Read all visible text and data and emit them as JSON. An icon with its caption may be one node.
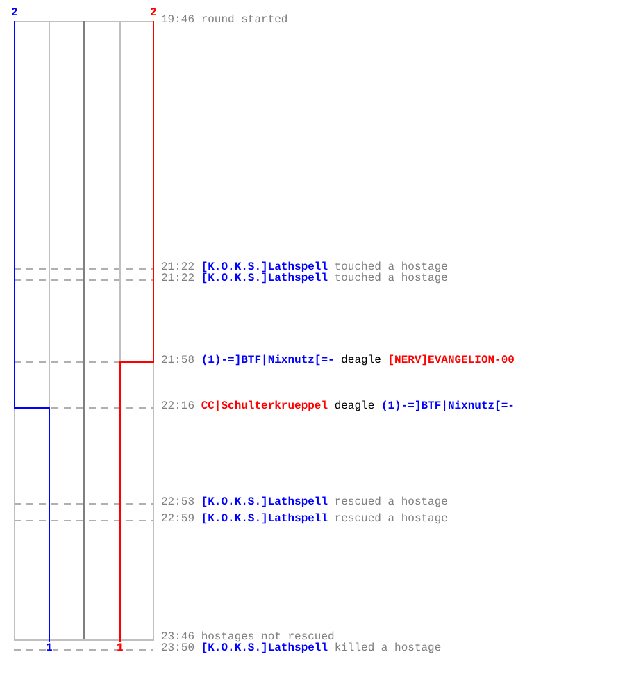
{
  "diagram": {
    "labels": [
      "2",
      "2",
      "19:46",
      "round started",
      "21:22",
      "[K.O.K.S.]Lathspell",
      "touched a hostage",
      "21:22",
      "[K.O.K.S.]Lathspell",
      "touched a hostage",
      "21:58",
      "(1)-=]BTF|Nixnutz[=-",
      "deagle",
      "[NERV]EVANGELION-00",
      "22:16",
      "CC|Schulterkrueppel",
      "deagle",
      "(1)-=]BTF|Nixnutz[=-",
      "22:53",
      "[K.O.K.S.]Lathspell",
      "rescued a hostage",
      "22:59",
      "[K.O.K.S.]Lathspell",
      "rescued a hostage",
      "23:46",
      "hostages not rescued",
      "1",
      "1",
      "23:50",
      "[K.O.K.S.]Lathspell",
      "killed a hostage"
    ]
  }
}
